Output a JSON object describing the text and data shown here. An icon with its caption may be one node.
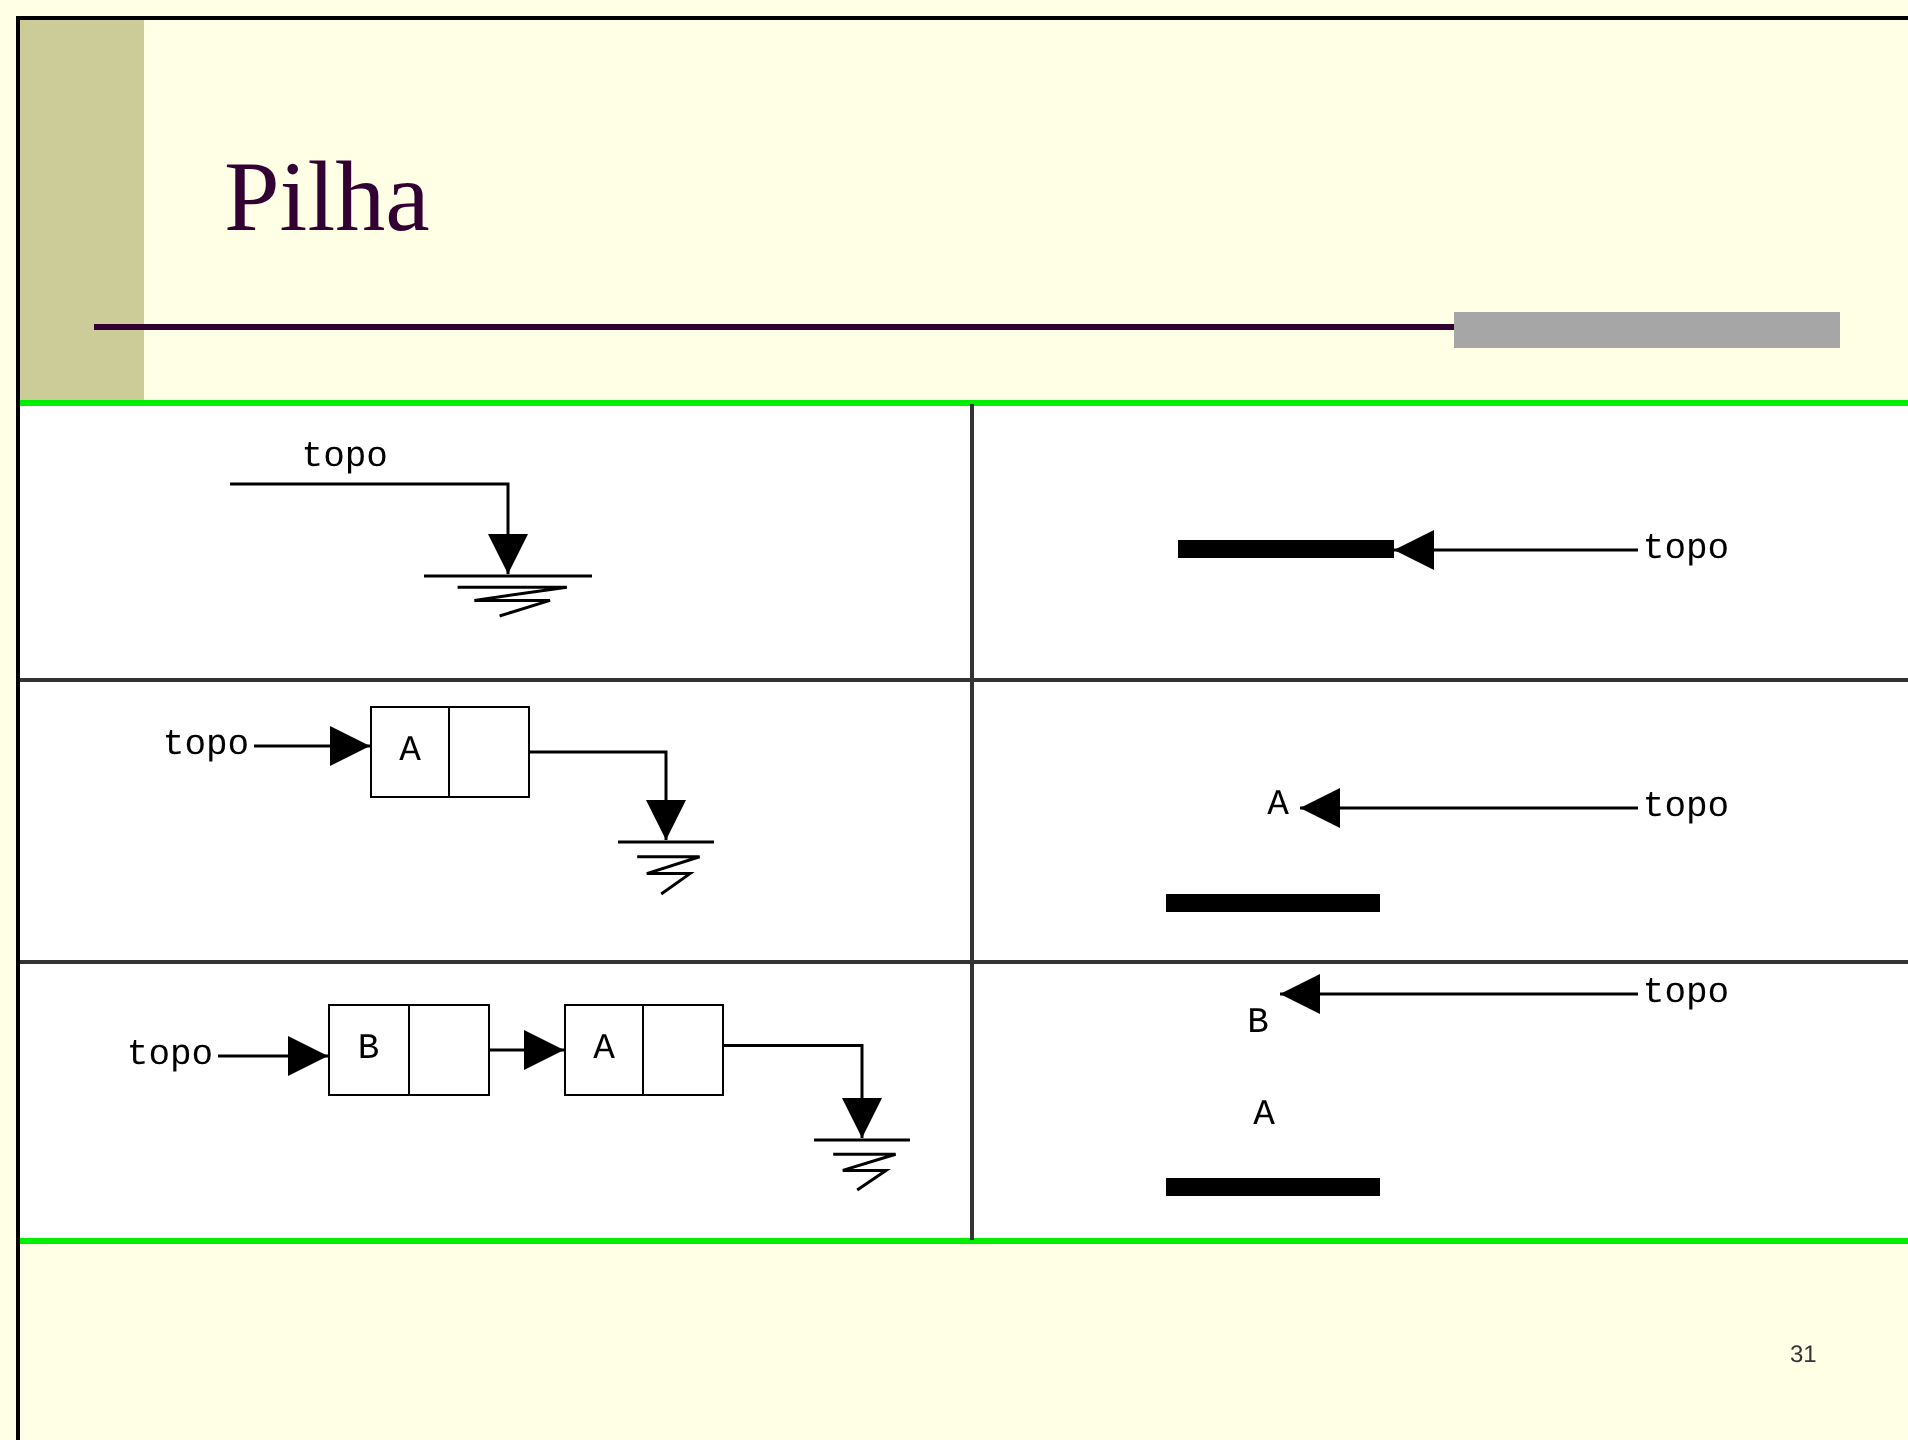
{
  "diagram": {
    "title": "Pilha",
    "nodes": [
      {
        "text": [
          "topo"
        ]
      },
      {
        "text": [],
        "shape": "ground"
      },
      {
        "text": [],
        "shape": "bar"
      },
      {
        "text": [
          "topo"
        ]
      },
      {
        "text": [
          "topo"
        ]
      },
      {
        "text": [
          "A"
        ]
      },
      {
        "text": [],
        "shape": "ground"
      },
      {
        "text": [
          "A"
        ]
      },
      {
        "text": [
          "topo"
        ]
      },
      {
        "text": [],
        "shape": "bar"
      },
      {
        "text": [
          "topo"
        ]
      },
      {
        "text": [
          "B"
        ]
      },
      {
        "text": [
          "A"
        ]
      },
      {
        "text": [],
        "shape": "ground"
      },
      {
        "text": [
          "topo"
        ]
      },
      {
        "text": [
          "B"
        ]
      },
      {
        "text": [
          "A"
        ]
      },
      {
        "text": [],
        "shape": "bar"
      }
    ],
    "edges": [
      {
        "from": 0,
        "to": 1,
        "arrow": "to"
      },
      {
        "from": 3,
        "to": 2,
        "arrow": "to"
      },
      {
        "from": 4,
        "to": 5,
        "arrow": "to"
      },
      {
        "from": 5,
        "to": 6,
        "arrow": "to"
      },
      {
        "from": 8,
        "to": 7,
        "arrow": "to"
      },
      {
        "from": 10,
        "to": 11,
        "arrow": "to"
      },
      {
        "from": 11,
        "to": 12,
        "arrow": "to"
      },
      {
        "from": 12,
        "to": 13,
        "arrow": "to"
      },
      {
        "from": 14,
        "to": 15,
        "arrow": "to"
      }
    ],
    "labels": [
      "31"
    ]
  }
}
